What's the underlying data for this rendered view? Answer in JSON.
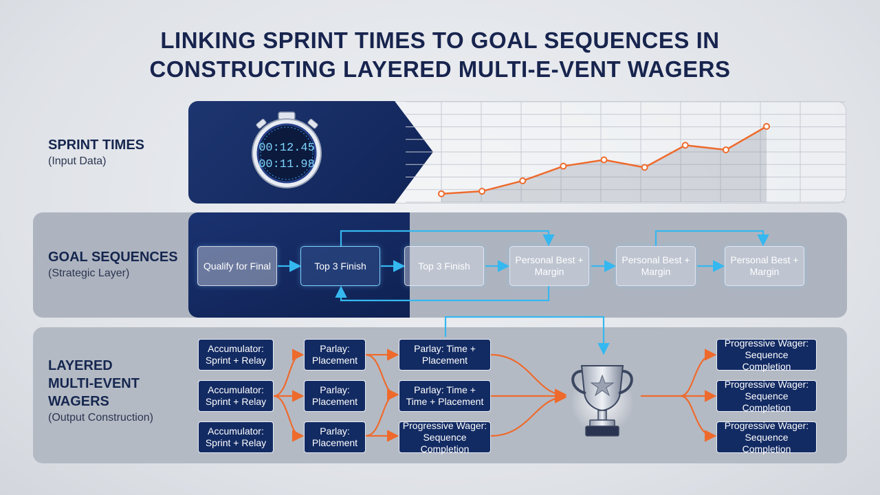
{
  "title": {
    "line1": "LINKING SPRINT TIMES TO GOAL SEQUENCES IN",
    "line2": "CONSTRUCTING LAYERED MULTI-E-VENT WAGERS"
  },
  "sections": {
    "sprint": {
      "title": "SPRINT TIMES",
      "subtitle": "(Input Data)"
    },
    "goals": {
      "title": "GOAL SEQUENCES",
      "subtitle": "(Strategic Layer)"
    },
    "wagers": {
      "title_line1": "LAYERED",
      "title_line2": "MULTI-EVENT",
      "title_line3": "WAGERS",
      "subtitle": "(Output Construction)"
    }
  },
  "stopwatch": {
    "time1": "00:12.45",
    "time2": "00:11.98",
    "icon": "stopwatch-icon"
  },
  "chart_data": {
    "type": "line",
    "title": "",
    "xlabel": "",
    "ylabel": "",
    "x": [
      1,
      2,
      3,
      4,
      5,
      6,
      7,
      8,
      9
    ],
    "values": [
      2,
      2.6,
      5.1,
      8.6,
      10.1,
      8.3,
      13.6,
      12.5,
      18.1
    ],
    "ylim": [
      0,
      24
    ],
    "grid": true,
    "color": "#ee6a2c"
  },
  "goal_boxes": [
    "Qualify for Final",
    "Top 3 Finish",
    "Top 3 Finish",
    "Personal Best + Margin",
    "Personal Best + Margin",
    "Personal Best + Margin"
  ],
  "wager_col1": [
    "Accumulator: Sprint + Relay",
    "Accumulator: Sprint + Relay",
    "Accumulator: Sprint + Relay"
  ],
  "wager_col2": [
    "Parlay: Placement",
    "Parlay: Placement",
    "Parlay: Placement"
  ],
  "wager_col3": [
    "Parlay: Time + Placement",
    "Parlay: Time + Time + Placement",
    "Progressive Wager: Sequence Completion"
  ],
  "wager_col4": [
    "Progressive Wager: Sequence Completion",
    "Progressive Wager: Sequence Completion",
    "Progressive Wager: Sequence Completion"
  ],
  "trophy": {
    "icon": "trophy-icon"
  },
  "colors": {
    "navy": "#132b63",
    "orange": "#ee6a2c",
    "cyan": "#35b8f0"
  }
}
